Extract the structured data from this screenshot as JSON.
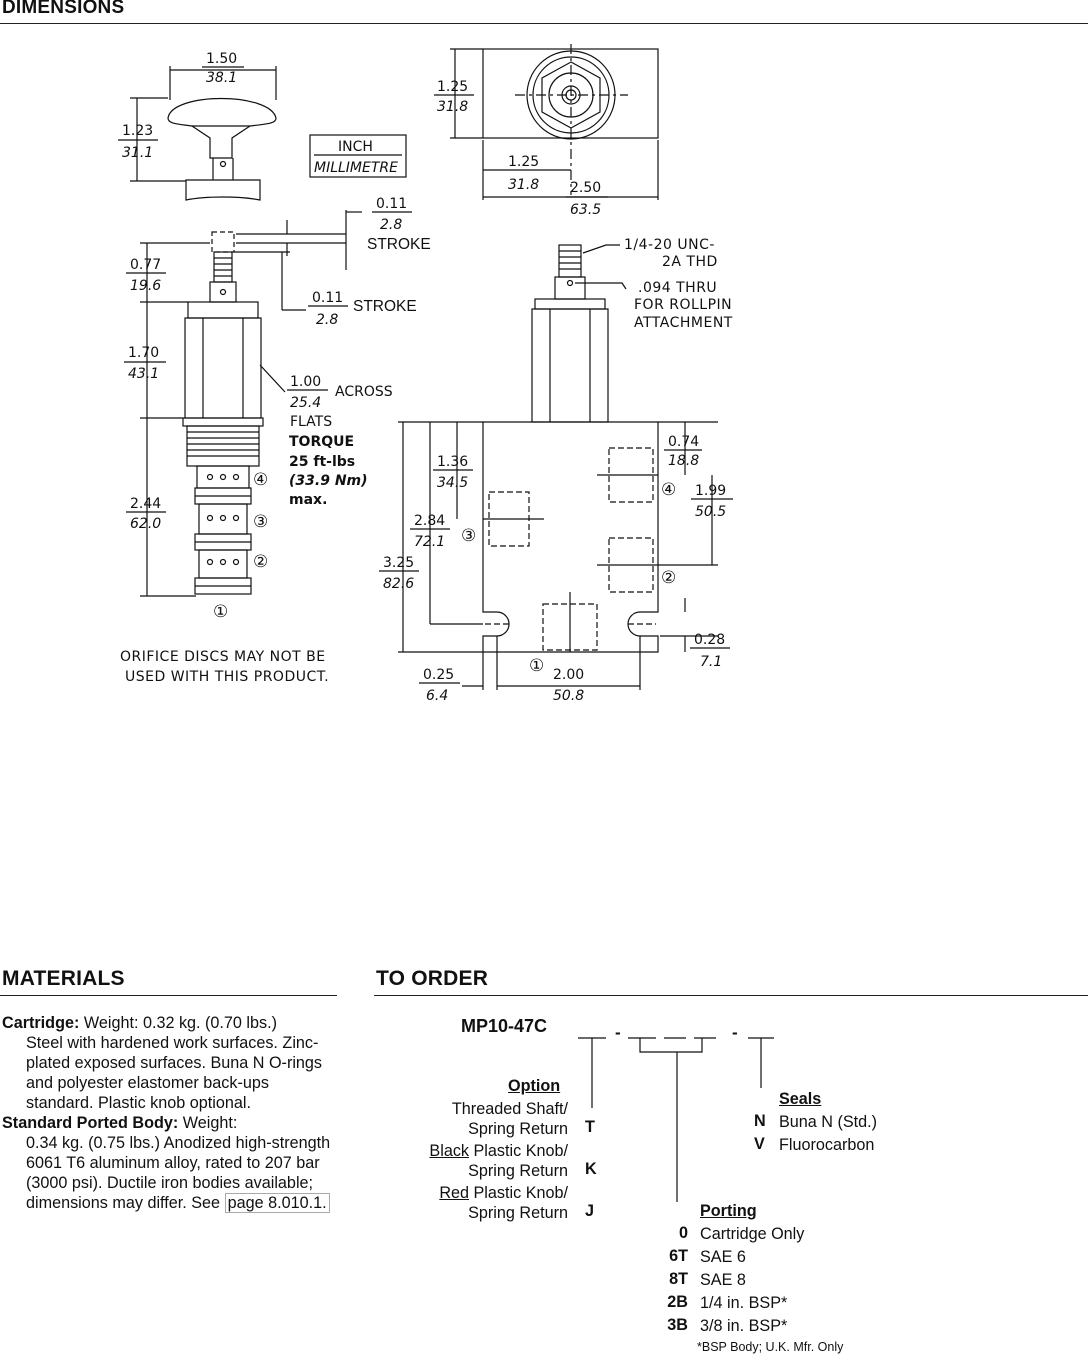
{
  "dimensions": {
    "heading": "DIMENSIONS",
    "unit_legend": {
      "inch": "INCH",
      "mm": "MILLIMETRE"
    },
    "knob": {
      "width_in": "1.50",
      "width_mm": "38.1",
      "height_in": "1.23",
      "height_mm": "31.1"
    },
    "top_view": {
      "h_in": "1.25",
      "h_mm": "31.8",
      "center_in": "1.25",
      "center_mm": "31.8",
      "w_in": "2.50",
      "w_mm": "63.5"
    },
    "stroke_top": {
      "in": "0.11",
      "mm": "2.8",
      "label": "STROKE"
    },
    "stroke_mid": {
      "in": "0.11",
      "mm": "2.8",
      "label": "STROKE"
    },
    "shaft": {
      "in": "0.77",
      "mm": "19.6"
    },
    "hex_len": {
      "in": "1.70",
      "mm": "43.1"
    },
    "across_flats": {
      "in": "1.00",
      "mm": "25.4",
      "label1": "ACROSS",
      "label2": "FLATS"
    },
    "torque": {
      "title": "TORQUE",
      "line1": "25 ft-lbs",
      "line2": "(33.9 Nm)",
      "line3": "max."
    },
    "cart_len": {
      "in": "2.44",
      "mm": "62.0"
    },
    "ports": [
      "①",
      "②",
      "③",
      "④"
    ],
    "thread_note": {
      "line1": "1/4-20 UNC-",
      "line2": "2A THD"
    },
    "rollpin_note": {
      "line1": ".094 THRU",
      "line2": "FOR ROLLPIN",
      "line3": "ATTACHMENT"
    },
    "body": {
      "d136": {
        "in": "1.36",
        "mm": "34.5"
      },
      "d284": {
        "in": "2.84",
        "mm": "72.1"
      },
      "d325": {
        "in": "3.25",
        "mm": "82.6"
      },
      "d074": {
        "in": "0.74",
        "mm": "18.8"
      },
      "d199": {
        "in": "1.99",
        "mm": "50.5"
      },
      "d028": {
        "in": "0.28",
        "mm": "7.1"
      },
      "d025": {
        "in": "0.25",
        "mm": "6.4"
      },
      "d200": {
        "in": "2.00",
        "mm": "50.8"
      }
    },
    "orifice_note": {
      "line1": "ORIFICE DISCS MAY NOT BE",
      "line2": "USED WITH THIS PRODUCT."
    }
  },
  "materials": {
    "heading": "MATERIALS",
    "cartridge_label": "Cartridge:",
    "cartridge_first": " Weight: 0.32 kg. (0.70 lbs.)",
    "cartridge_rest": "Steel with hardened work surfaces. Zinc-plated exposed surfaces. Buna N O-rings and polyester elastomer back-ups standard. Plastic knob optional.",
    "body_label": "Standard Ported Body:",
    "body_first": " Weight:",
    "body_rest": "0.34 kg. (0.75 lbs.) Anodized high-strength 6061 T6 aluminum alloy, rated to 207 bar (3000 psi). Ductile iron bodies available; dimensions may differ. See ",
    "body_link": "page 8.010.1."
  },
  "order": {
    "heading": "TO ORDER",
    "model": "MP10-47C",
    "option_title": "Option",
    "options": [
      {
        "l1": "Threaded Shaft/",
        "l2": "Spring Return",
        "code": "T",
        "u": ""
      },
      {
        "l1": " Plastic Knob/",
        "l2": "Spring Return",
        "code": "K",
        "u": "Black"
      },
      {
        "l1": " Plastic Knob/",
        "l2": "Spring Return",
        "code": "J",
        "u": "Red"
      }
    ],
    "seals_title": "Seals",
    "seals": [
      {
        "code": "N",
        "label": "Buna N (Std.)"
      },
      {
        "code": "V",
        "label": "Fluorocarbon"
      }
    ],
    "porting_title": "Porting",
    "porting": [
      {
        "code": "0",
        "label": "Cartridge Only"
      },
      {
        "code": "6T",
        "label": "SAE 6"
      },
      {
        "code": "8T",
        "label": "SAE 8"
      },
      {
        "code": "2B",
        "label": "1/4 in. BSP*"
      },
      {
        "code": "3B",
        "label": "3/8 in. BSP*"
      }
    ],
    "footnote": "*BSP Body; U.K. Mfr. Only"
  }
}
